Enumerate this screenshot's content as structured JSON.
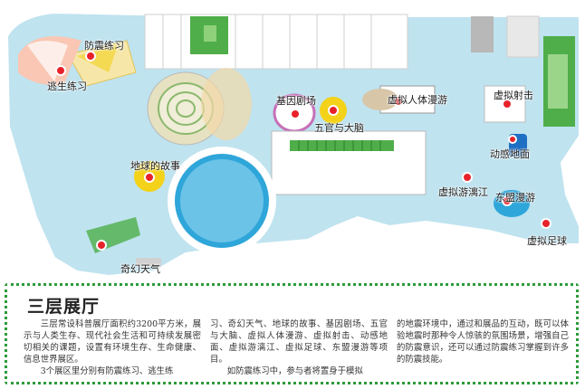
{
  "map": {
    "labels": {
      "fangzhen": "防震练习",
      "taosheng": "逃生练习",
      "jiyin": "基因剧场",
      "xuni_renti": "虚拟人体漫游",
      "xuni_sheji": "虚拟射击",
      "wuguan": "五官与大脑",
      "donggan": "动感地面",
      "diqiu": "地球的故事",
      "xuni_you": "虚拟游漓江",
      "dongmeng": "东盟漫游",
      "xuni_zuqiu": "虚拟足球",
      "qihuan": "奇幻天气"
    },
    "colors": {
      "floor": "#bfe3ef",
      "water": "#2fa6d9",
      "marker": "#e8222a",
      "exhibit_green": "#4fae4a",
      "exhibit_yellow": "#f4d21a",
      "frame": "#2e9b3a"
    }
  },
  "info": {
    "title": "三层展厅",
    "col1_p1": "三层常设科普展厅面积约3200平方米，展示与人类生存、现代社会生活和可持续发展密切相关的课题，设置有环境生存、生命健康、信息世界展区。",
    "col1_p2": "3个展区里分别有防震练习、逃生练",
    "col2_p1": "习、奇幻天气、地球的故事、基因剧场、五官与大脑、虚拟人体漫游、虚拟射击、动感地面、虚拟游漓江、虚拟足球、东盟漫游等项目。",
    "col2_p2": "如防震练习中，参与者将置身于模拟",
    "col3_p1": "的地震环境中，通过和展品的互动，既可以体验地震时那种令人惊骇的氛围场景，增强自己的防震意识，还可以通过防震练习掌握到许多的防震技能。"
  }
}
